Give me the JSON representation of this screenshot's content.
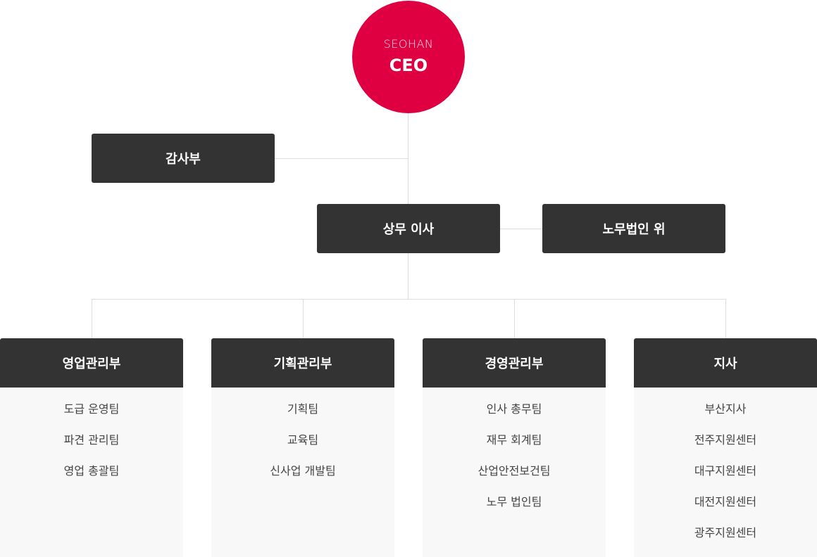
{
  "ceo": {
    "brand": "SEOHAN",
    "title": "CEO"
  },
  "audit": {
    "label": "감사부"
  },
  "managing_director": {
    "label": "상무 이사"
  },
  "labor_law_firm": {
    "label": "노무법인 위"
  },
  "departments": [
    {
      "name": "영업관리부",
      "teams": [
        "도급 운영팀",
        "파견 관리팀",
        "영업 총괄팀"
      ]
    },
    {
      "name": "기획관리부",
      "teams": [
        "기획팀",
        "교육팀",
        "신사업 개발팀"
      ]
    },
    {
      "name": "경영관리부",
      "teams": [
        "인사 총무팀",
        "재무 회계팀",
        "산업안전보건팀",
        "노무 법인팀"
      ]
    },
    {
      "name": "지사",
      "teams": [
        "부산지사",
        "전주지원센터",
        "대구지원센터",
        "대전지원센터",
        "광주지원센터"
      ]
    }
  ],
  "colors": {
    "ceo": "#df0041",
    "box": "#333333",
    "panel": "#f8f8f8",
    "connector": "#dcdcdc"
  }
}
